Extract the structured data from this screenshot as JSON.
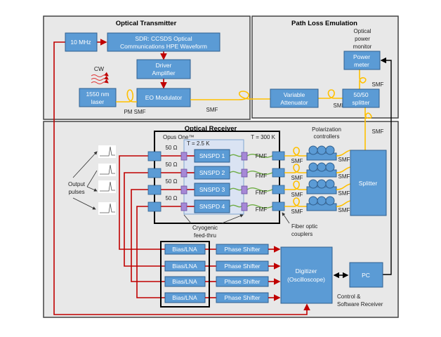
{
  "panels": {
    "transmitter": "Optical Transmitter",
    "path_loss": "Path Loss Emulation",
    "receiver": "Optical Receiver"
  },
  "transmitter": {
    "clock": "10 MHz",
    "sdr_line1": "SDR: CCSDS Optical",
    "sdr_line2": "Communications HPE Waveform",
    "driver_line1": "Driver",
    "driver_line2": "Amplifier",
    "laser_line1": "1550 nm",
    "laser_line2": "laser",
    "modulator": "EO Modulator",
    "cw": "CW",
    "pm_smf": "PM SMF",
    "smf": "SMF"
  },
  "path_loss": {
    "attenuator_line1": "Variable",
    "attenuator_line2": "Attenuator",
    "splitter_line1": "50/50",
    "splitter_line2": "splitter",
    "power_meter_line1": "Power",
    "power_meter_line2": "meter",
    "monitor_line1": "Optical",
    "monitor_line2": "power",
    "monitor_line3": "monitor",
    "smf_a": "SMF",
    "smf_b": "SMF",
    "smf_c": "SMF"
  },
  "receiver": {
    "opus": "Opus One™",
    "t_warm": "T = 300 K",
    "t_cold": "T = 2.5 K",
    "impedance": [
      "50 Ω",
      "50 Ω",
      "50 Ω",
      "50 Ω"
    ],
    "detectors": [
      "SNSPD 1",
      "SNSPD 2",
      "SNSPD 3",
      "SNSPD 4"
    ],
    "fmf": [
      "FMF",
      "FMF",
      "FMF",
      "FMF"
    ],
    "smf_left": [
      "SMF",
      "SMF",
      "SMF",
      "SMF"
    ],
    "smf_right": [
      "SMF",
      "SMF",
      "SMF",
      "SMF"
    ],
    "polarization_line1": "Polarization",
    "polarization_line2": "controllers",
    "splitter": "Splitter",
    "output_line1": "Output",
    "output_line2": "pulses",
    "cryo_line1": "Cryogenic",
    "cryo_line2": "feed-thru",
    "coupler_line1": "Fiber optic",
    "coupler_line2": "couplers",
    "bias": [
      "Bias/LNA",
      "Bias/LNA",
      "Bias/LNA",
      "Bias/LNA"
    ],
    "phase": [
      "Phase Shifter",
      "Phase Shifter",
      "Phase Shifter",
      "Phase Shifter"
    ],
    "digitizer_line1": "Digitizer",
    "digitizer_line2": "(Oscilloscope)",
    "pc": "PC",
    "control_line1": "Control &",
    "control_line2": "Software Receiver"
  },
  "colors": {
    "block": "#5b9bd5",
    "rf_line": "#c00000",
    "fiber": "#ffc000",
    "fmf": "#70ad47",
    "feedthru": "#a688d6"
  }
}
